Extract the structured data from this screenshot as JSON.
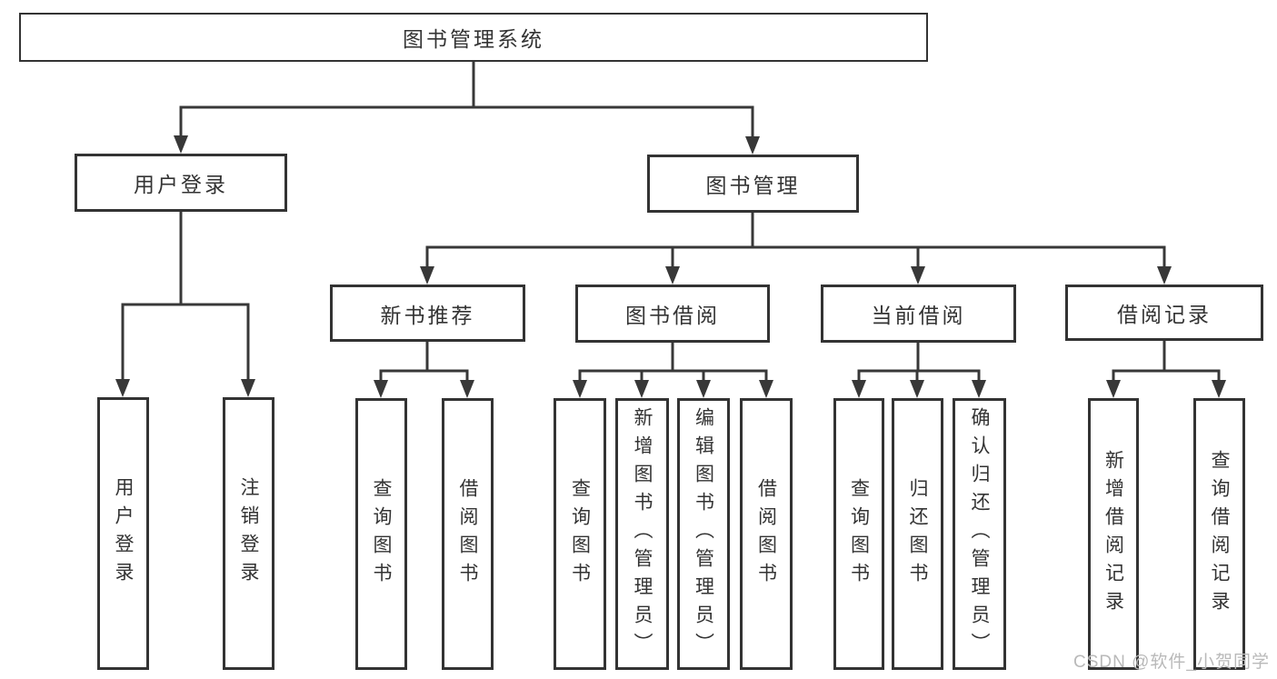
{
  "diagram": {
    "root": {
      "label": "图书管理系统"
    },
    "branches": [
      {
        "label": "用户登录",
        "children": [
          {
            "label": "用户登录"
          },
          {
            "label": "注销登录"
          }
        ]
      },
      {
        "label": "图书管理",
        "children": [
          {
            "label": "新书推荐",
            "children": [
              {
                "label": "查询图书"
              },
              {
                "label": "借阅图书"
              }
            ]
          },
          {
            "label": "图书借阅",
            "children": [
              {
                "label": "查询图书"
              },
              {
                "label": "新增图书（管理员）"
              },
              {
                "label": "编辑图书（管理员）"
              },
              {
                "label": "借阅图书"
              }
            ]
          },
          {
            "label": "当前借阅",
            "children": [
              {
                "label": "查询图书"
              },
              {
                "label": "归还图书"
              },
              {
                "label": "确认归还（管理员）"
              }
            ]
          },
          {
            "label": "借阅记录",
            "children": [
              {
                "label": "新增借阅记录"
              },
              {
                "label": "查询借阅记录"
              }
            ]
          }
        ]
      }
    ]
  },
  "watermark": "CSDN @软件_小贺同学",
  "colors": {
    "line": "#383838",
    "box_border": "#333333",
    "text": "#333333",
    "watermark": "#b9b9b9",
    "background": "#ffffff"
  }
}
